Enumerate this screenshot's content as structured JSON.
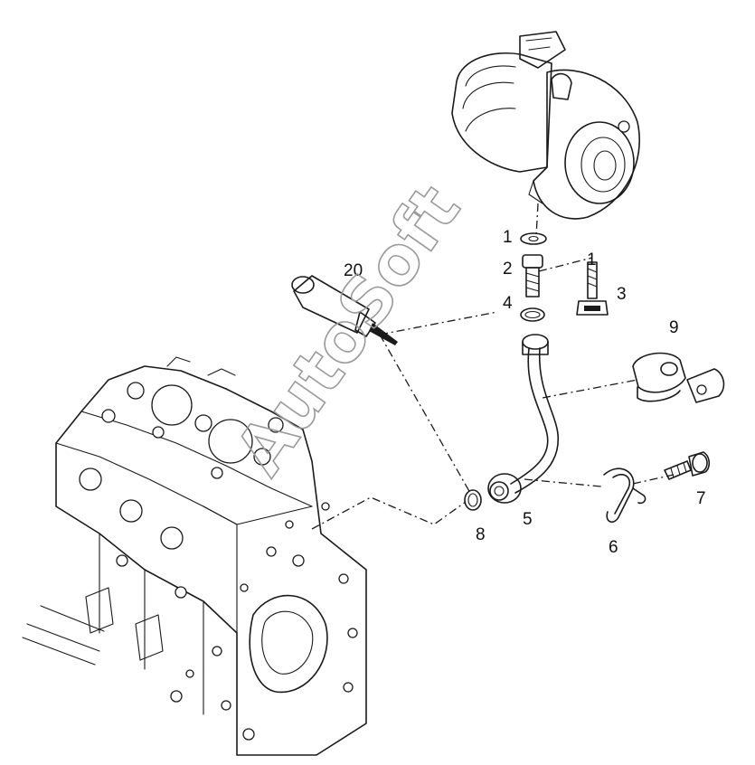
{
  "callouts": {
    "washer_top": "1",
    "banjo_bolt": "2",
    "fitting": "3",
    "seal_ring": "4",
    "pipe_grommet": "5",
    "hook_clip": "6",
    "screw": "7",
    "o_ring": "8",
    "clamp": "9",
    "fitting_washer": "1",
    "sealant_tube": "20"
  },
  "watermark": "AutoSoft",
  "colors": {
    "ink": "#1a1a1a",
    "paper": "#ffffff",
    "watermark": "#9a9a9a"
  }
}
